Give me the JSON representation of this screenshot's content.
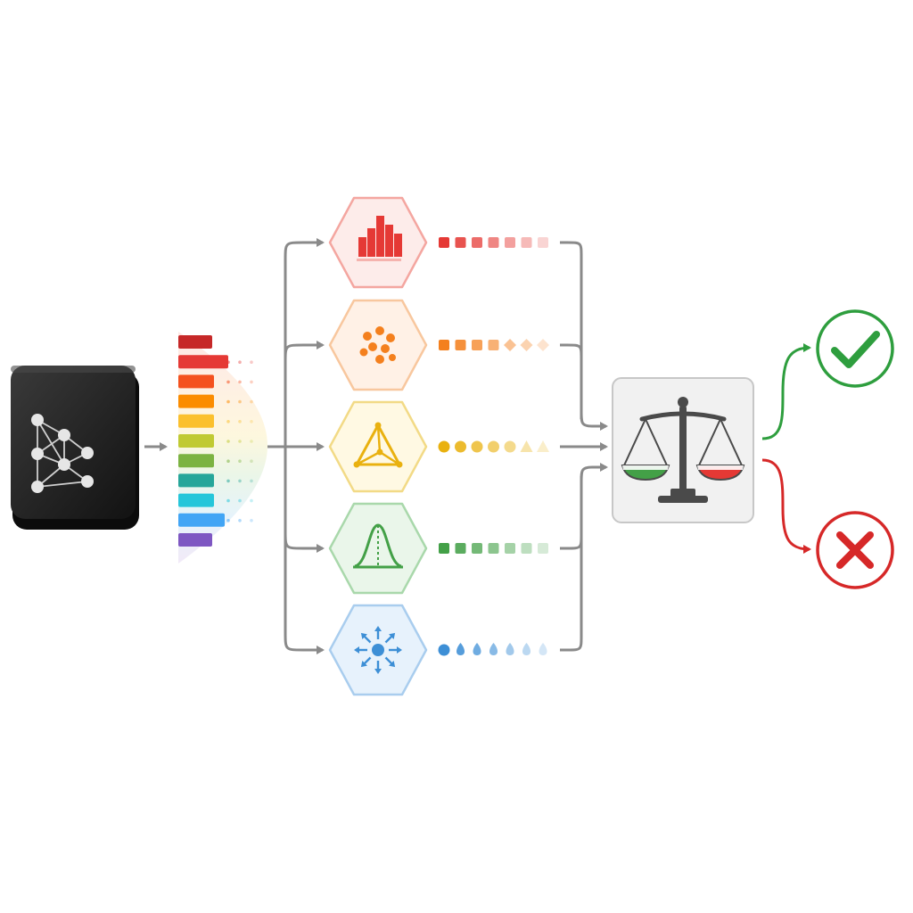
{
  "diagram": {
    "model": {
      "icon": "neural-network-icon",
      "color": "#1c1c1c"
    },
    "feature_spectrum": {
      "colors": [
        "#c62828",
        "#e53935",
        "#f4511e",
        "#fb8c00",
        "#fbc02d",
        "#c0ca33",
        "#7cb342",
        "#26a69a",
        "#26c6da",
        "#42a5f5",
        "#7e57c2"
      ]
    },
    "analyzers": [
      {
        "name": "histogram-analyzer",
        "icon": "bar-chart-icon",
        "color": "#e53935",
        "fill": "#fdecea",
        "stroke": "#f4a6a0",
        "token_shape": "square"
      },
      {
        "name": "cluster-analyzer",
        "icon": "scatter-cluster-icon",
        "color": "#f4801e",
        "fill": "#fff1e6",
        "stroke": "#f8c79e",
        "token_shape": "square-diamond"
      },
      {
        "name": "simplex-analyzer",
        "icon": "tetrahedron-icon",
        "color": "#e9b10f",
        "fill": "#fff9e3",
        "stroke": "#f2da86",
        "token_shape": "circle-triangle"
      },
      {
        "name": "distribution-analyzer",
        "icon": "bell-curve-icon",
        "color": "#43a047",
        "fill": "#eaf6ea",
        "stroke": "#a9d8ab",
        "token_shape": "square"
      },
      {
        "name": "spread-analyzer",
        "icon": "radiating-arrows-icon",
        "color": "#3d8fd6",
        "fill": "#e7f2fc",
        "stroke": "#a9cdee",
        "token_shape": "drop"
      }
    ],
    "judge": {
      "icon": "balance-scale-icon",
      "left_pan_color": "#43a047",
      "right_pan_color": "#e53935"
    },
    "outcomes": [
      {
        "name": "pass",
        "icon": "check-icon",
        "color": "#2e9e3e"
      },
      {
        "name": "fail",
        "icon": "cross-icon",
        "color": "#d62828"
      }
    ],
    "connector_color": "#8a8a8a"
  }
}
